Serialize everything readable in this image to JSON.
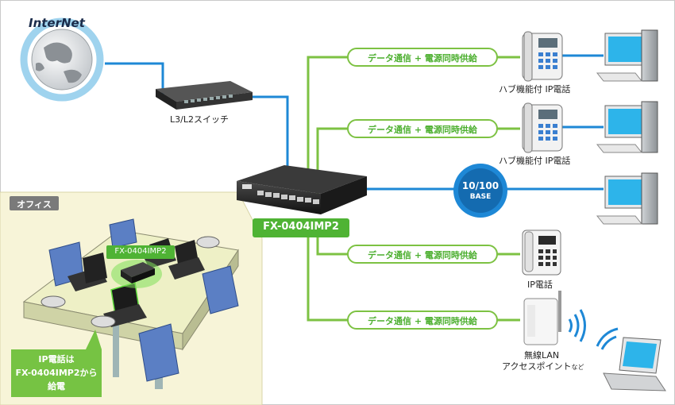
{
  "internet": {
    "label": "InterNet"
  },
  "core_switch": {
    "label": "L3/L2スイッチ"
  },
  "poe_switch": {
    "label": "FX-0404IMP2"
  },
  "link_label": "データ通信 + 電源同時供給",
  "speed_badge": {
    "line1": "10/100",
    "line2": "BASE"
  },
  "devices": [
    {
      "label": "ハブ機能付 IP電話"
    },
    {
      "label": "ハブ機能付 IP電話"
    },
    {
      "label": "IP電話"
    },
    {
      "label_line1": "無線LAN",
      "label_line2": "アクセスポイント",
      "label_suffix": "など"
    }
  ],
  "office": {
    "tab_label": "オフィス",
    "switch_label": "FX-0404IMP2",
    "callout_lines": [
      "IP電話は",
      "FX-0404IMP2から",
      "給電"
    ]
  },
  "colors": {
    "green_link": "#7dc243",
    "blue_link": "#1e88d6",
    "label_green": "#4caf2f",
    "office_bg": "#f6f2cf"
  }
}
